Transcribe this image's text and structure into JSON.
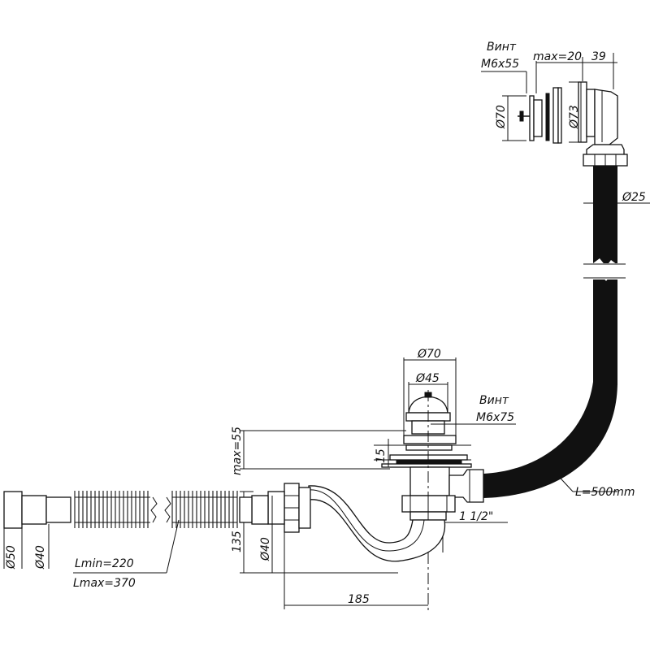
{
  "drawing": {
    "labels": {
      "overflow_screw_word": "Винт",
      "overflow_screw_size": "M6x55",
      "overflow_max": "max=20",
      "overflow_depth": "39",
      "overflow_plate_dia": "Ø70",
      "overflow_body_dia": "Ø73",
      "overflow_hose_dia": "Ø25",
      "drain_top_dia": "Ø70",
      "drain_plug_dia": "Ø45",
      "drain_screw_word": "Винт",
      "drain_screw_size": "M6x75",
      "drain_max": "max=55",
      "drain_thickness": "15",
      "thread": "1 1/2\"",
      "hose_length": "L=500mm",
      "outlet_outer_dia": "Ø50",
      "outlet_inner_dia": "Ø40",
      "corrugated_min": "Lmin=220",
      "corrugated_max": "Lmax=370",
      "trap_height": "135",
      "trap_dia": "Ø40",
      "trap_length": "185"
    }
  }
}
